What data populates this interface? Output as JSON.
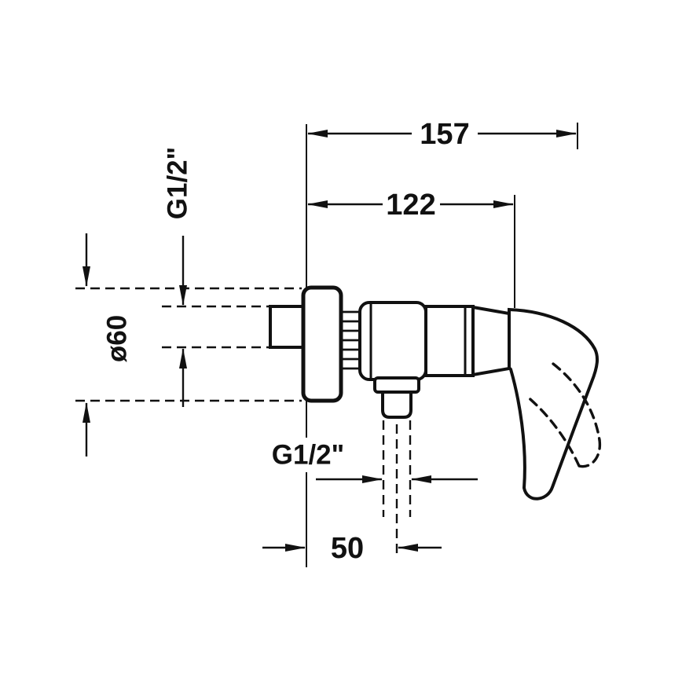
{
  "meta": {
    "type": "technical-dimension-drawing",
    "subject": "wall-mounted single-lever shower mixer, side view"
  },
  "style": {
    "line_color": "#111111",
    "background_color": "#ffffff"
  },
  "dimensions": {
    "overall_depth": "157",
    "body_depth": "122",
    "inlet_thread": "G1/2\"",
    "flange_diameter": "ø60",
    "outlet_thread": "G1/2\"",
    "outlet_offset": "50"
  }
}
